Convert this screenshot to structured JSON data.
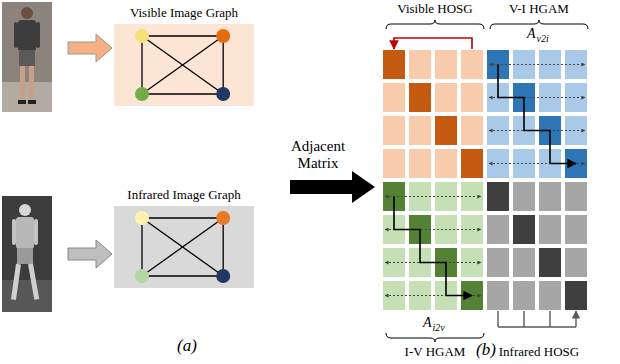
{
  "diagram": {
    "nodes": [
      {
        "text": [
          "Visible Image Graph"
        ]
      },
      {
        "text": [
          "Infrared Image Graph"
        ]
      }
    ],
    "labels": [
      "Adjacent Matrix",
      "Visible HOSG",
      "V-I HGAM",
      "A",
      "v2i",
      "A",
      "i2v",
      "I-V HGAM",
      "Infrared HOSG",
      "(a)",
      "(b)"
    ]
  }
}
